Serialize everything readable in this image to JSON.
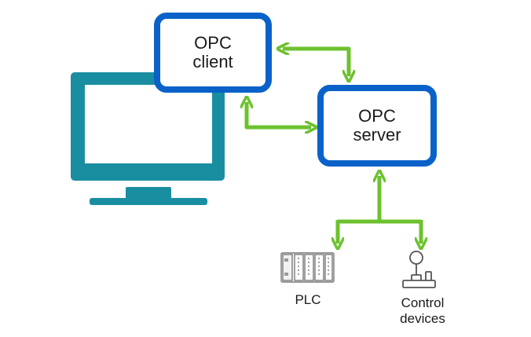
{
  "nodes": {
    "opc_client": {
      "line1": "OPC",
      "line2": "client"
    },
    "opc_server": {
      "line1": "OPC",
      "line2": "server"
    },
    "plc": {
      "label": "PLC"
    },
    "control_devices": {
      "line1": "Control",
      "line2": "devices"
    }
  },
  "icons": [
    "computer-monitor-icon",
    "plc-rack-icon",
    "joystick-icon",
    "bidirectional-arrow-icon"
  ],
  "colors": {
    "box_border": "#0a62c9",
    "arrow": "#6cc22e",
    "monitor": "#1a8ea1",
    "device_outline": "#777777"
  }
}
